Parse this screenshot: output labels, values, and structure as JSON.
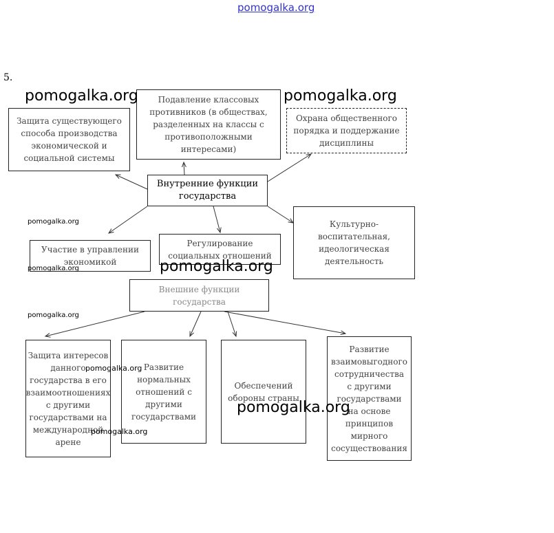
{
  "header": {
    "link": "pomogalka.org",
    "number": "5."
  },
  "internal": {
    "title": "Внутренние функции государства",
    "items": [
      "Защита существующего способа производства экономической и социальной системы",
      "Подавление классовых противников (в обществах, разделенных на классы с противоположными интересами)",
      "Охрана общественного порядка и поддержание дисциплины",
      "Участие в управлении экономикой",
      "Регулирование социальных отношений",
      "Культурно-воспитательная, идеологическая деятельность"
    ]
  },
  "external": {
    "title": "Внешние функции государства",
    "items": [
      "Защита интересов данного государства в его взаимоотношениях с другими государствами на международной арене",
      "Развитие нормальных отношений с другими государствами",
      "Обеспечений обороны страны",
      "Развитие взаимовыгодного сотрудничества с другими государствами на основе принципов мирного сосуществования"
    ]
  },
  "watermark": "pomogalka.org"
}
